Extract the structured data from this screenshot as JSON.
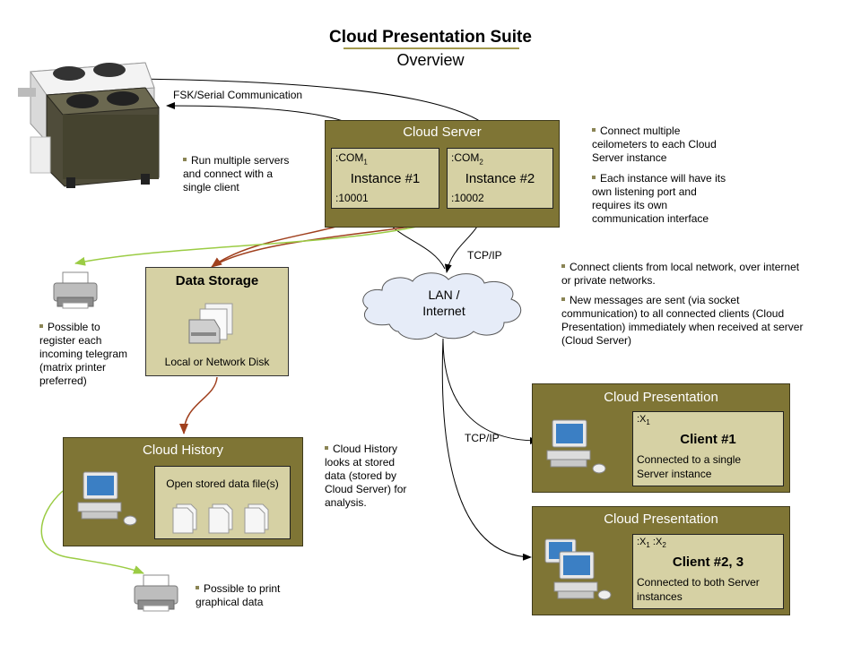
{
  "header": {
    "title": "Cloud Presentation Suite",
    "subtitle": "Overview"
  },
  "links": {
    "serial": "FSK/Serial Communication",
    "tcp_top": "TCP/IP",
    "tcp_mid": "TCP/IP"
  },
  "server": {
    "title": "Cloud Server",
    "instance1": {
      "com": ":COM",
      "com_sub": "1",
      "name": "Instance #1",
      "port": ":10001"
    },
    "instance2": {
      "com": ":COM",
      "com_sub": "2",
      "name": "Instance #2",
      "port": ":10002"
    }
  },
  "storage": {
    "title": "Data Storage",
    "caption": "Local or Network Disk"
  },
  "lan": {
    "line1": "LAN /",
    "line2": "Internet"
  },
  "history": {
    "title": "Cloud History",
    "inner": "Open stored data file(s)"
  },
  "client1": {
    "title": "Cloud Presentation",
    "port": ":X",
    "port_sub": "1",
    "name": "Client #1",
    "desc1": "Connected to a single",
    "desc2": "Server instance"
  },
  "client2": {
    "title": "Cloud Presentation",
    "port_a": ":X",
    "port_a_sub": "1",
    "port_b": " :X",
    "port_b_sub": "2",
    "name": "Client #2, 3",
    "desc1": "Connected to both Server",
    "desc2": "instances"
  },
  "notes": {
    "servers": [
      "Run multiple servers",
      "and connect with a",
      "single client"
    ],
    "ceilometers": [
      "Connect multiple",
      "ceilometers to each Cloud",
      "Server instance"
    ],
    "listening": [
      "Each instance will have its",
      "own listening port and",
      "requires its own",
      "communication interface"
    ],
    "clients": [
      "Connect clients from local network, over internet",
      "or private networks."
    ],
    "messages": [
      "New messages are sent (via socket",
      "communication) to all connected clients (Cloud",
      "Presentation) immediately when received at server",
      "(Cloud Server)"
    ],
    "printer": [
      "Possible to",
      "register each",
      "incoming telegram",
      "(matrix printer",
      "preferred)"
    ],
    "history": [
      "Cloud History",
      "looks at stored",
      "data (stored by",
      "Cloud Server) for",
      "analysis."
    ],
    "print": [
      "Possible to print",
      "graphical data"
    ]
  },
  "colors": {
    "panel": "#7f7535",
    "inner": "#d6d1a4",
    "brown_arrow": "#a0401e",
    "green_arrow": "#9bcc44",
    "cloud_fill": "#e6ecf8"
  },
  "icons": {
    "ceilometer": "ceilometer-device-icon",
    "printer_top": "printer-icon",
    "printer_bottom": "printer-icon",
    "disk": "disk-drive-icon",
    "files": "document-stack-icon",
    "computer": "desktop-computer-icon",
    "cloud": "network-cloud-icon"
  }
}
